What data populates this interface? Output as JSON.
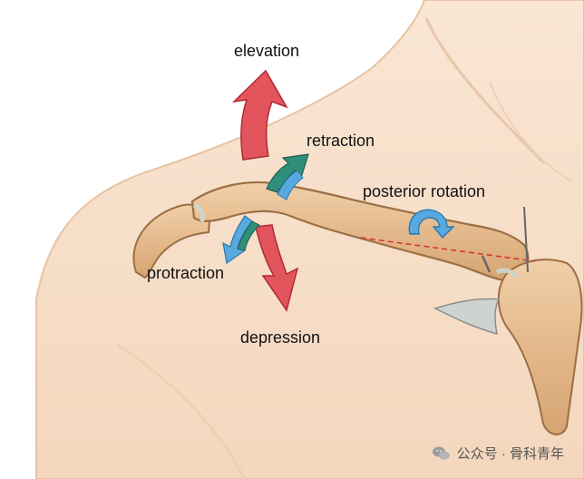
{
  "labels": {
    "elevation": "elevation",
    "retraction": "retraction",
    "posterior_rotation": "posterior rotation",
    "protraction": "protraction",
    "depression": "depression"
  },
  "watermark": {
    "text": "公众号 · 骨科青年",
    "icon": "wechat-icon"
  },
  "colors": {
    "skin": "#f6dcc3",
    "skin_shadow": "#eabf9c",
    "bone": "#ddb07e",
    "bone_dark": "#9b6e45",
    "red_arrow": "#e2555d",
    "green_arrow": "#2f8f7a",
    "blue_arrow": "#57a9df"
  }
}
